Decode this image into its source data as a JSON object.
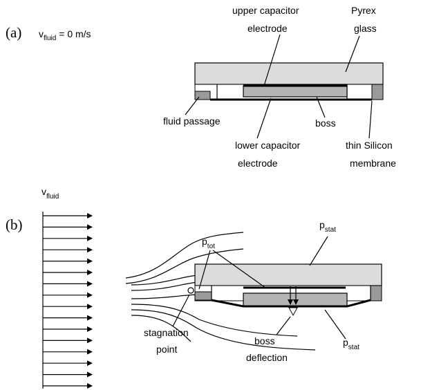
{
  "panel_a": {
    "label": "(a)",
    "velocity_symbol": "v",
    "velocity_sub": "fluid",
    "velocity_value": " = 0 m/s",
    "callouts": {
      "upper_electrode_1": "upper capacitor",
      "upper_electrode_2": "electrode",
      "pyrex_1": "Pyrex",
      "pyrex_2": "glass",
      "fluid_passage": "fluid passage",
      "boss": "boss",
      "lower_electrode_1": "lower capacitor",
      "lower_electrode_2": "electrode",
      "membrane_1": "thin Silicon",
      "membrane_2": "membrane"
    }
  },
  "panel_b": {
    "label": "(b)",
    "velocity_symbol": "v",
    "velocity_sub": "fluid",
    "callouts": {
      "p_tot_symbol": "p",
      "p_tot_sub": "tot",
      "p_stat_top_symbol": "p",
      "p_stat_top_sub": "stat",
      "stagnation_1": "stagnation",
      "stagnation_2": "point",
      "boss_deflection_1": "boss",
      "boss_deflection_2": "deflection",
      "p_stat_bottom_symbol": "p",
      "p_stat_bottom_sub": "stat"
    },
    "flow_arrow_count": 16
  },
  "colors": {
    "glass": "#dcdcdc",
    "boss": "#b4b4b4",
    "silicon": "#9a9a9a"
  }
}
